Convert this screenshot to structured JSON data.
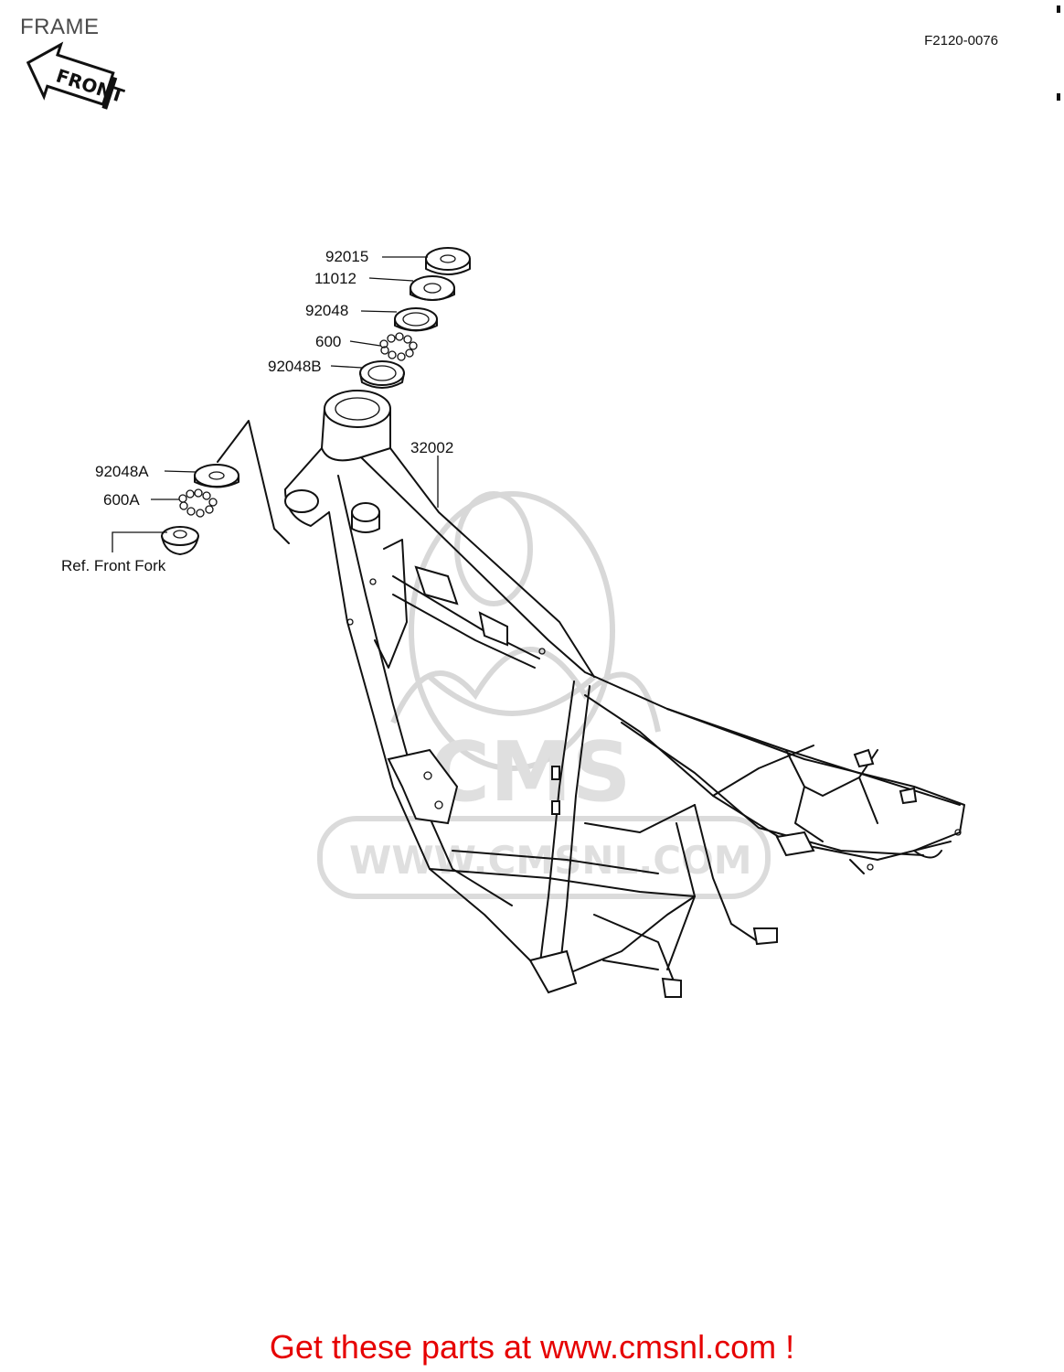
{
  "header": {
    "title": "FRAME",
    "diagram_code": "F2120-0076",
    "front_badge": "FRONT"
  },
  "parts": {
    "p92015": "92015",
    "p11012": "11012",
    "p92048": "92048",
    "p600": "600",
    "p92048b": "92048B",
    "p32002": "32002",
    "p92048a": "92048A",
    "p600a": "600A",
    "ref_front_fork": "Ref.  Front Fork"
  },
  "watermark": {
    "logo_text": "CMS",
    "url_text": "WWW.CMSNL.COM"
  },
  "footer": {
    "cta": "Get these parts at www.cmsnl.com !"
  },
  "colors": {
    "cta": "#e60000",
    "watermark": "#d4d4d4",
    "line": "#111111"
  }
}
